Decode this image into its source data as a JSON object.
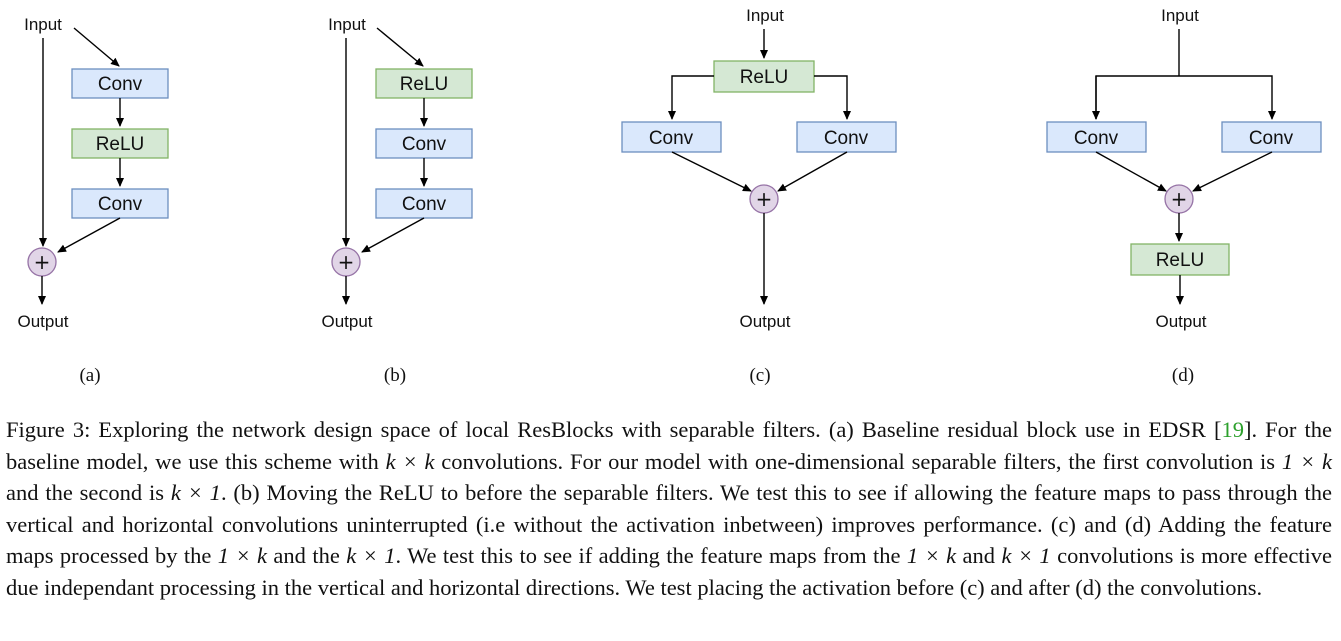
{
  "labels": {
    "input": "Input",
    "output": "Output",
    "conv": "Conv",
    "relu": "ReLU",
    "plus": "+"
  },
  "subfigures": [
    "(a)",
    "(b)",
    "(c)",
    "(d)"
  ],
  "caption": {
    "s1": "Figure 3: Exploring the network design space of local ResBlocks with separable filters. (a) Baseline residual block use in EDSR [",
    "ref": "19",
    "s2": "]. For the baseline model, we use this scheme with ",
    "m1": "k × k",
    "s3": " convolutions. For our model with one-dimensional separable filters, the first convolution is ",
    "m2": "1 × k",
    "s4": " and the second is ",
    "m3": "k × 1",
    "s5": ". (b) Moving the ReLU to before the separable filters. We test this to see if allowing the feature maps to pass through the vertical and horizontal convolutions uninterrupted (i.e without the activation inbetween) improves performance. (c) and (d) Adding the feature maps processed by the ",
    "m4": "1 × k",
    "s6": " and the ",
    "m5": "k × 1",
    "s7": ". We test this to see if adding the feature maps from the ",
    "m6": "1 × k",
    "s8": " and ",
    "m7": "k × 1",
    "s9": " convolutions is more effective due independant processing in the vertical and horizontal directions. We test placing the activation before (c) and after (d) the convolutions."
  }
}
